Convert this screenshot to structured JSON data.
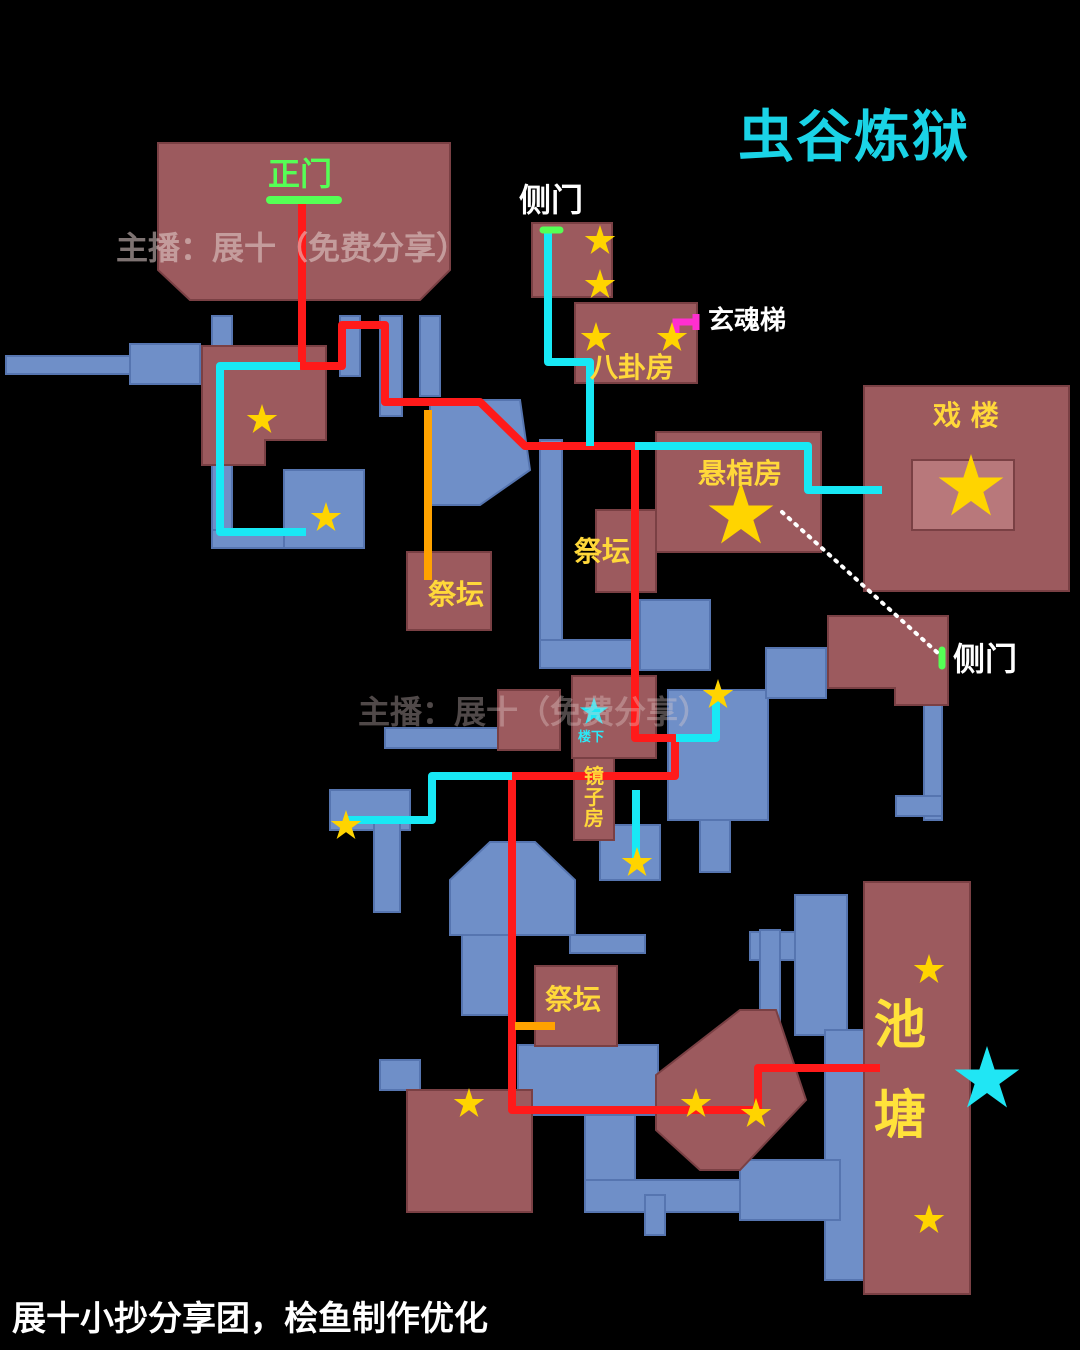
{
  "map": {
    "title": "虫谷炼狱",
    "streamer_watermark": "主播：展十（免费分享）",
    "watermark_mid": "主播：展十（免费分享）",
    "credit": "展十小抄分享团，桧鱼制作优化"
  },
  "labels": {
    "main_gate": "正门",
    "side_gate_top": "侧门",
    "side_gate_right": "侧门",
    "xuanhun_ladder": "玄魂梯",
    "bagua_room": "八卦房",
    "theater": "戏 楼",
    "coffin_room": "悬棺房",
    "altar_1": "祭坛",
    "altar_2": "祭坛",
    "altar_3": "祭坛",
    "downstairs": "楼下",
    "mirror_room": "镜子房",
    "pond_1": "池",
    "pond_2": "塘"
  },
  "legend_colors": {
    "main_route": "#ff1a1a",
    "branch_route": "#18e8f5",
    "altar_path": "#ffa200",
    "ladder": "#ff2fd0",
    "gate": "#55ff55",
    "star": "#ffd400",
    "special_star": "#20e6f4",
    "room": "#9c5a5e",
    "corridor": "#6f8fc8"
  }
}
